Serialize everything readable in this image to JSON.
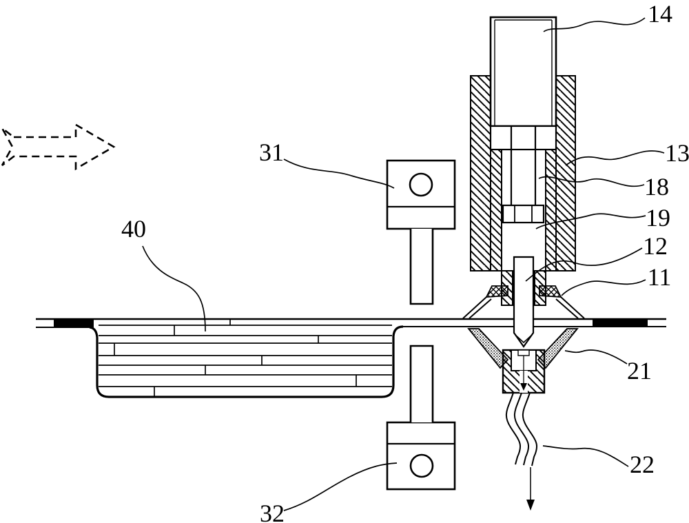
{
  "colors": {
    "ink": "#000000",
    "paper": "#ffffff"
  },
  "labels": {
    "14": "14",
    "13": "13",
    "18": "18",
    "19": "19",
    "12": "12",
    "11": "11",
    "21": "21",
    "22": "22",
    "31": "31",
    "32": "32",
    "40": "40"
  }
}
